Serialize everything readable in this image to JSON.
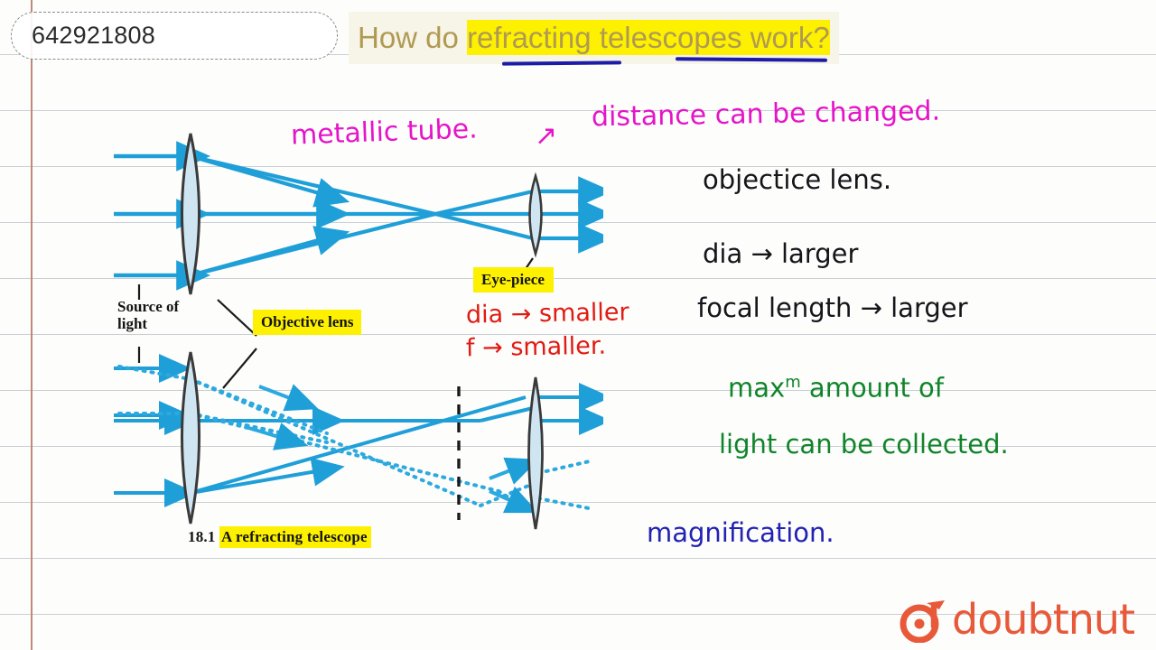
{
  "header": {
    "question_id": "642921808",
    "title_prefix": "How do ",
    "title_highlight": "refracting telescopes work?"
  },
  "diagram": {
    "labels": {
      "source_of_light_line1": "Source of",
      "source_of_light_line2": "light",
      "objective_lens": "Objective lens",
      "eye_piece": "Eye-piece"
    },
    "caption_number": "18.1 ",
    "caption_highlight": "A refracting telescope",
    "colors": {
      "ray": "#1f9fd8",
      "lens_fill": "#cfe6f2",
      "lens_stroke": "#3a3a3a",
      "highlight": "#fdf000"
    }
  },
  "annotations": {
    "metallic_tube": "metallic tube.",
    "arrow_glyph": "↗",
    "distance_changed": "distance can be changed.",
    "dia_smaller": "dia → smaller",
    "f_smaller": "f → smaller.",
    "objective_lens_note": "objectice lens.",
    "dia_larger": "dia → larger",
    "focal_length_larger": "focal length → larger",
    "max_prefix": "max",
    "max_sup": "m",
    "max_rest": " amount of",
    "light_collected": "light can be collected.",
    "magnification": "magnification.",
    "colors": {
      "magenta": "#e514c8",
      "red": "#e01b12",
      "black": "#15151a",
      "green": "#10842a",
      "blue": "#2222b4"
    }
  },
  "branding": {
    "name": "doubtnut",
    "color": "#e8593a"
  }
}
